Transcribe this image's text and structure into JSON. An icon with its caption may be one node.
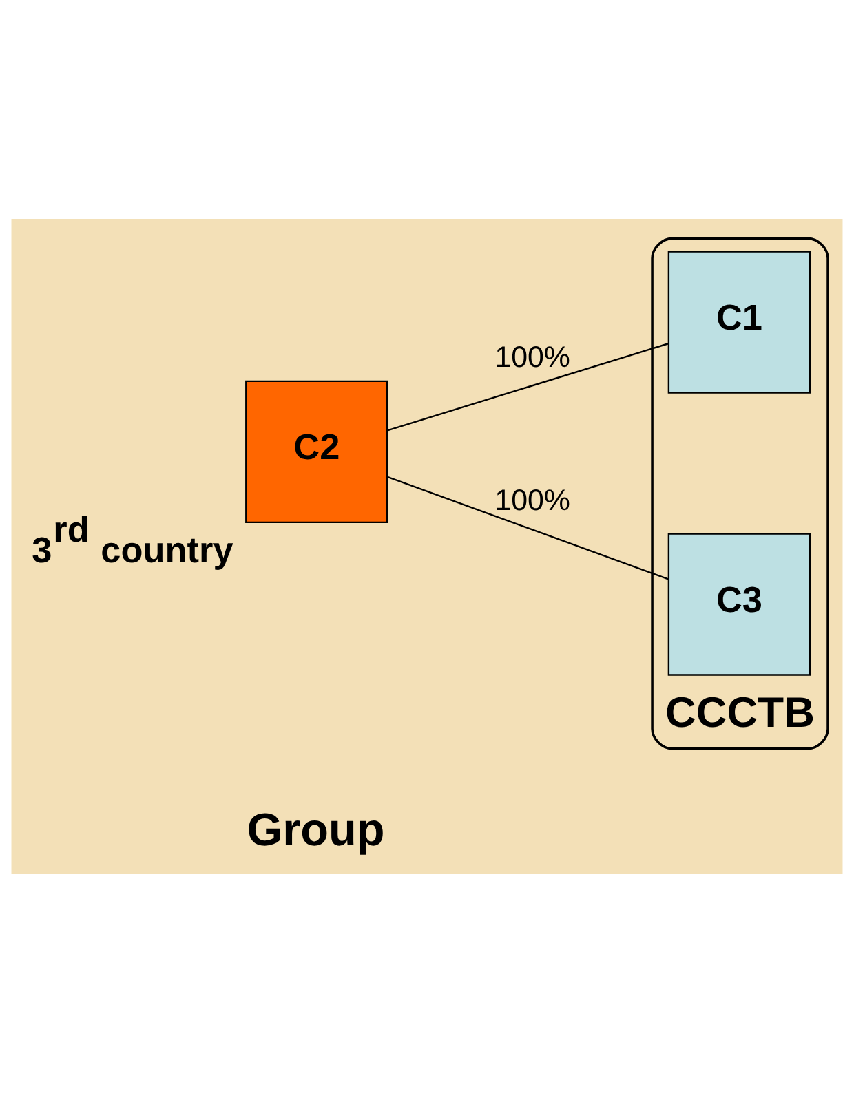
{
  "diagram": {
    "nodes": [
      {
        "text": [
          "CCCTB"
        ]
      },
      {
        "text": [
          "C1"
        ],
        "in": 0
      },
      {
        "text": [
          "C2"
        ],
        "beside": [
          "3$^{rd}$ country"
        ]
      },
      {
        "text": [
          "C3"
        ],
        "in": 0
      }
    ],
    "edges": [
      {
        "from": 2,
        "to": 1,
        "arrow": "none",
        "label": "100%"
      },
      {
        "from": 2,
        "to": 3,
        "arrow": "none",
        "label": "100%"
      }
    ],
    "labels": [
      "Group"
    ]
  }
}
